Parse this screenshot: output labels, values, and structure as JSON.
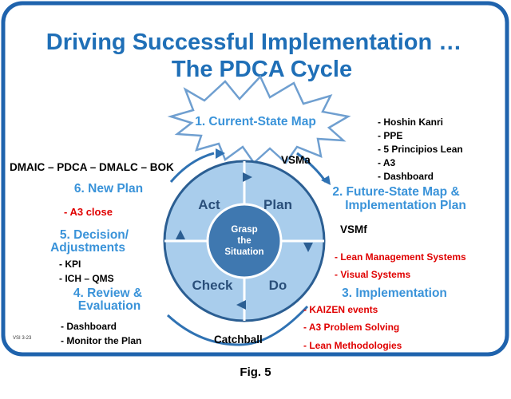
{
  "title": {
    "line1": "Driving Successful Implementation …",
    "line2": "The PDCA Cycle"
  },
  "steps": {
    "current_state": "1. Current-State Map",
    "future_state_line1": "2. Future-State Map &",
    "future_state_line2": "Implementation Plan",
    "implementation": "3. Implementation",
    "review_line1": "4. Review &",
    "review_line2": "Evaluation",
    "decision_line1": "5. Decision/",
    "decision_line2": "Adjustments",
    "new_plan": "6. New Plan"
  },
  "cycle": {
    "act": "Act",
    "plan": "Plan",
    "check": "Check",
    "do": "Do",
    "center_line1": "Grasp",
    "center_line2": "the",
    "center_line3": "Situation"
  },
  "annotations": {
    "dmaic": "DMAIC – PDCA – DMALC – BOK",
    "vsma": "VSMa",
    "vsmf": "VSMf",
    "catchball": "Catchball",
    "hoshin_list": [
      "- Hoshin Kanri",
      "- PPE",
      "- 5 Principios Lean",
      "- A3",
      "- Dashboard"
    ],
    "a3_close": "- A3 close",
    "kpi_list": [
      "- KPI",
      "- ICH – QMS"
    ],
    "monitor_list": [
      "- Dashboard",
      "- Monitor the Plan"
    ],
    "lean_mgmt_list": [
      "- Lean Management Systems",
      "- Visual Systems"
    ],
    "kaizen_list": [
      "- KAIZEN events",
      "- A3 Problem Solving",
      "- Lean Methodologies"
    ],
    "vsi_mark": "VSI 3-23"
  },
  "caption": "Fig. 5",
  "colors": {
    "title": "#1f6fb7",
    "step_text": "#3a93d9",
    "circle_fill": "#a9cdec",
    "circle_stroke": "#2b5e92",
    "center_fill": "#3f78b0",
    "arrow": "#2f72b3",
    "red": "#e00000"
  }
}
